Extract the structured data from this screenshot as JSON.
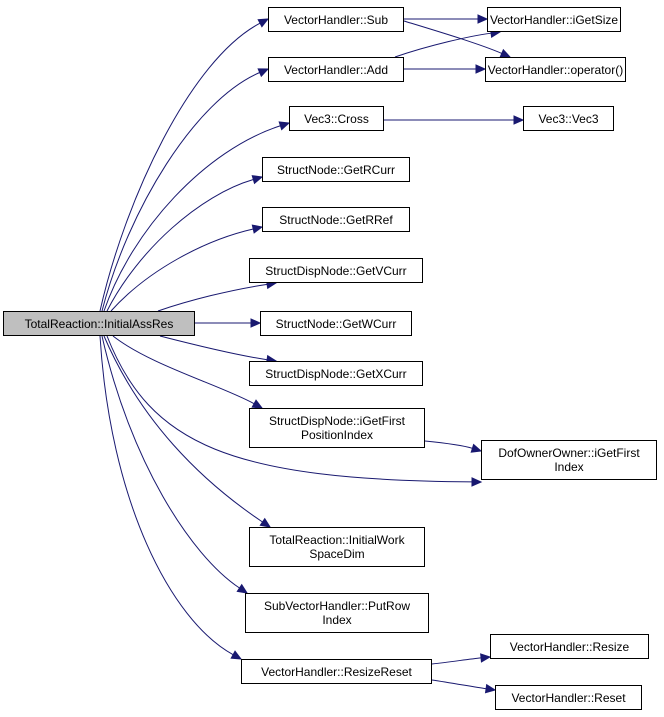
{
  "colors": {
    "edge": "#191970",
    "root_fill": "#bfbfbf",
    "node_fill": "#ffffff",
    "node_border": "#000000"
  },
  "nodes": [
    {
      "id": "root",
      "label": "TotalReaction::InitialAssRes"
    },
    {
      "id": "vh_sub",
      "label": "VectorHandler::Sub"
    },
    {
      "id": "vh_add",
      "label": "VectorHandler::Add"
    },
    {
      "id": "vec3_cross",
      "label": "Vec3::Cross"
    },
    {
      "id": "sn_getrcurr",
      "label": "StructNode::GetRCurr"
    },
    {
      "id": "sn_getrref",
      "label": "StructNode::GetRRef"
    },
    {
      "id": "sdn_getvcurr",
      "label": "StructDispNode::GetVCurr"
    },
    {
      "id": "sn_getwcurr",
      "label": "StructNode::GetWCurr"
    },
    {
      "id": "sdn_getxcurr",
      "label": "StructDispNode::GetXCurr"
    },
    {
      "id": "sdn_igetfirst",
      "label": "StructDispNode::iGetFirst\nPositionIndex"
    },
    {
      "id": "tr_initialwork",
      "label": "TotalReaction::InitialWork\nSpaceDim"
    },
    {
      "id": "svh_putrow",
      "label": "SubVectorHandler::PutRow\nIndex"
    },
    {
      "id": "vh_resizereset",
      "label": "VectorHandler::ResizeReset"
    },
    {
      "id": "vh_igetsize",
      "label": "VectorHandler::iGetSize"
    },
    {
      "id": "vh_operator",
      "label": "VectorHandler::operator()"
    },
    {
      "id": "vec3_vec3",
      "label": "Vec3::Vec3"
    },
    {
      "id": "doo_igetfirst",
      "label": "DofOwnerOwner::iGetFirst\nIndex"
    },
    {
      "id": "vh_resize",
      "label": "VectorHandler::Resize"
    },
    {
      "id": "vh_reset",
      "label": "VectorHandler::Reset"
    }
  ],
  "edges": [
    [
      "root",
      "vh_sub"
    ],
    [
      "root",
      "vh_add"
    ],
    [
      "root",
      "vec3_cross"
    ],
    [
      "root",
      "sn_getrcurr"
    ],
    [
      "root",
      "sn_getrref"
    ],
    [
      "root",
      "sdn_getvcurr"
    ],
    [
      "root",
      "sn_getwcurr"
    ],
    [
      "root",
      "sdn_getxcurr"
    ],
    [
      "root",
      "sdn_igetfirst"
    ],
    [
      "root",
      "doo_igetfirst"
    ],
    [
      "root",
      "tr_initialwork"
    ],
    [
      "root",
      "svh_putrow"
    ],
    [
      "root",
      "vh_resizereset"
    ],
    [
      "vh_sub",
      "vh_igetsize"
    ],
    [
      "vh_sub",
      "vh_operator"
    ],
    [
      "vh_add",
      "vh_igetsize"
    ],
    [
      "vh_add",
      "vh_operator"
    ],
    [
      "vec3_cross",
      "vec3_vec3"
    ],
    [
      "sdn_igetfirst",
      "doo_igetfirst"
    ],
    [
      "vh_resizereset",
      "vh_resize"
    ],
    [
      "vh_resizereset",
      "vh_reset"
    ]
  ]
}
